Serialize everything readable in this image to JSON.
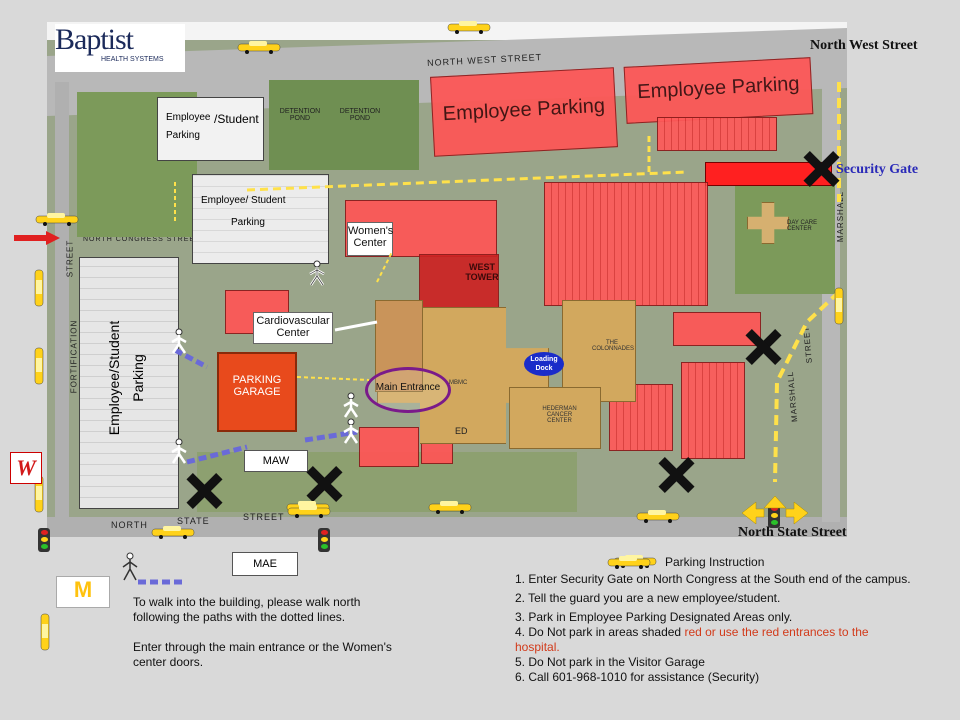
{
  "logo": {
    "brand": "Baptist",
    "sub": "HEALTH SYSTEMS"
  },
  "streets": {
    "north_west": "NORTH WEST STREET",
    "north_congress": "NORTH CONGRESS STREET",
    "fortification": "FORTIFICATION",
    "street_short": "STREET",
    "north_state": "NORTH",
    "state": "STATE",
    "state_street": "STREET",
    "marshall": "MARSHALL",
    "marshall_street": "STREET",
    "marshall_top": "MARSHALL"
  },
  "external_labels": {
    "north_west_street": "North West Street",
    "security_gate": "Security Gate",
    "north_state_street": "North State Street"
  },
  "lots": {
    "employee_parking_1": "Employee Parking",
    "employee_parking_2": "Employee Parking",
    "emp_student_top_a": "Employee",
    "emp_student_top_b": "/Student",
    "emp_student_top_c": "Parking",
    "emp_student_mid_a": "Employee/ Student",
    "emp_student_mid_b": "Parking",
    "emp_student_left_a": "Employee/Student",
    "emp_student_left_b": "Parking"
  },
  "buildings": {
    "detention_pond_1": "DETENTION POND",
    "detention_pond_2": "DETENTION POND",
    "day_care": "DAY CARE CENTER",
    "west_tower": "WEST TOWER",
    "colonnades": "THE COLONNADES",
    "mbmc": "MBMC",
    "hederman": "HEDERMAN CANCER CENTER",
    "ed": "ED",
    "loading_dock": "Loading Dock",
    "parking_garage": "PARKING GARAGE",
    "maw": "MAW",
    "womens_center": "Women's Center",
    "cardiovascular_center": "Cardiovascular Center",
    "main_entrance": "Main Entrance"
  },
  "legend": {
    "mae": "MAE",
    "walk_text_1": "To walk into the building, please walk north following the paths with the dotted lines.",
    "walk_text_2": "Enter through the main entrance or the Women's center doors."
  },
  "instructions": {
    "title": "Parking Instruction",
    "items": [
      "1. Enter Security Gate on North Congress  at the South end of the campus.",
      "2. Tell the guard you are a new employee/student.",
      "3. Park in Employee Parking Designated Areas only.",
      "4. Do Not park in areas shaded",
      "5. Do Not park in the Visitor Garage",
      "6. Call 601-968-1010  for assistance (Security)"
    ],
    "item4_red": "red or use the red entrances to the hospital."
  },
  "colors": {
    "restricted": "#ff5555",
    "path": "#ffe14a",
    "walk_path": "#6a6ad8",
    "arrow": "#e02020",
    "main_entrance_ring": "#7a1a8a"
  },
  "icons": [
    "taxi-icon",
    "traffic-light-icon",
    "no-parking-x-icon",
    "walker-icon",
    "walgreens-logo",
    "mcdonalds-logo",
    "red-arrow-icon",
    "yellow-arrows-icon"
  ]
}
